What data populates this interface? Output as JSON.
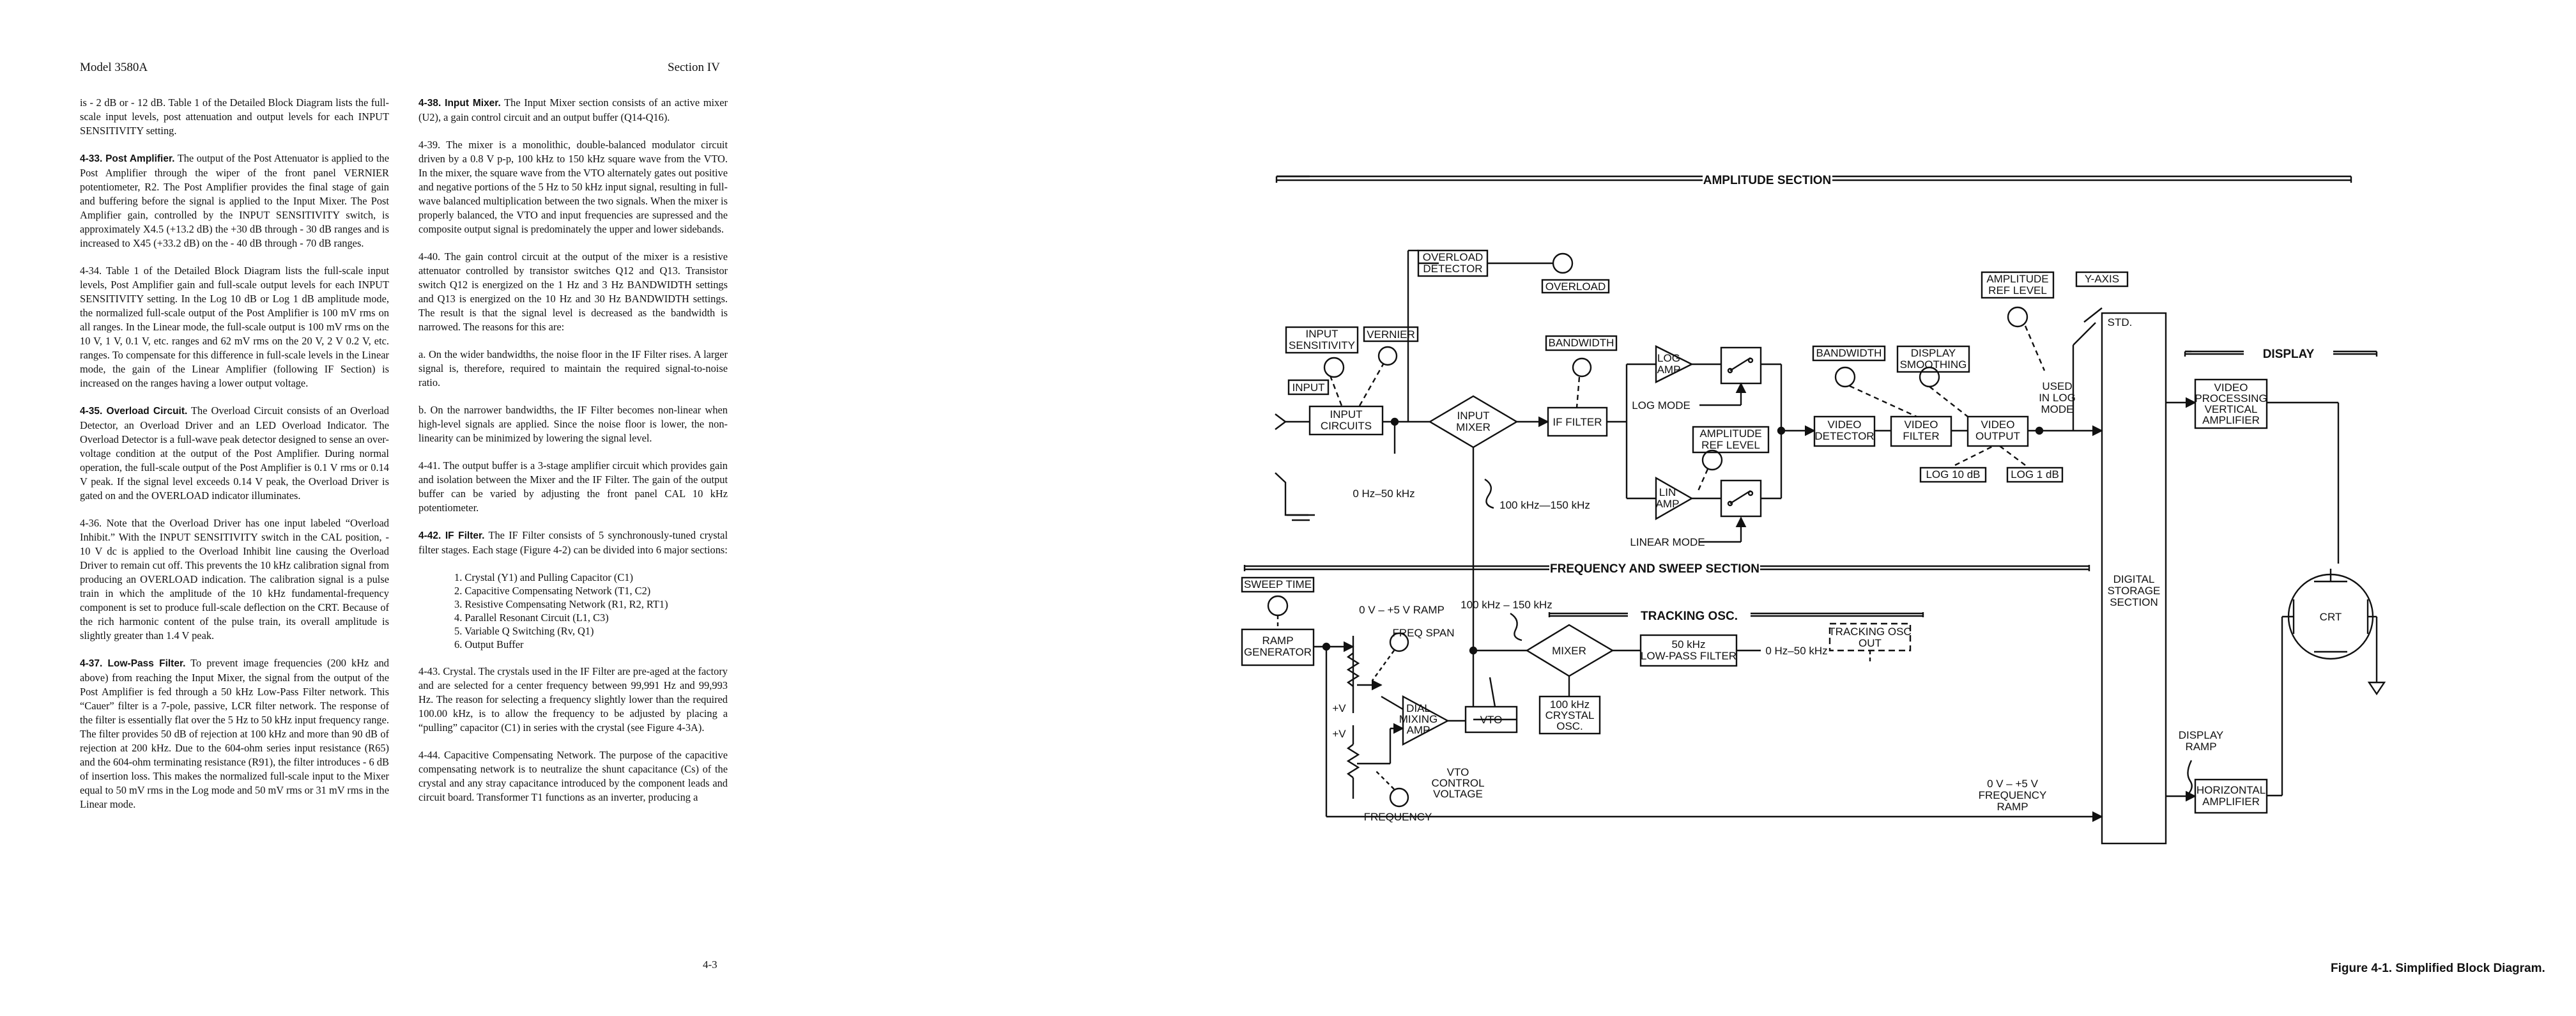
{
  "header": {
    "model": "Model 3580A",
    "section": "Section IV"
  },
  "col1": {
    "p0": "is - 2 dB or - 12 dB. Table 1 of the Detailed Block Diagram lists the full-scale input levels, post attenuation and output levels for each INPUT SENSITIVITY setting.",
    "p433_head": "4-33. Post Amplifier.",
    "p433_body": " The output of the Post Attenuator is applied to the Post Amplifier through the wiper of the front panel VERNIER potentiometer, R2. The Post Amplifier provides the final stage of gain and buffering before the signal is applied to the Input Mixer. The Post Amplifier gain, controlled by the INPUT SENSITIVITY switch, is approximately X4.5 (+13.2 dB) the +30 dB through - 30 dB ranges and is increased to X45 (+33.2 dB) on the - 40 dB through - 70 dB ranges.",
    "p434": "4-34. Table 1 of the Detailed Block Diagram lists the full-scale input levels, Post Amplifier gain and full-scale output levels for each INPUT SENSITIVITY setting. In the Log 10 dB or Log 1 dB amplitude mode, the normalized full-scale output of the Post Amplifier is 100 mV rms on all ranges. In the Linear mode, the full-scale output is 100 mV rms on the 10 V, 1 V, 0.1 V, etc. ranges and 62 mV rms on the 20 V, 2 V 0.2 V, etc. ranges. To compensate for this difference in full-scale levels in the Linear mode, the gain of the Linear Amplifier (following IF Section) is increased on the ranges having a lower output voltage.",
    "p435_head": "4-35. Overload Circuit.",
    "p435_body": " The Overload Circuit consists of an Overload Detector, an Overload Driver and an LED Overload Indicator. The Overload Detector is a full-wave peak detector designed to sense an over-voltage condition at the output of the Post Amplifier. During normal operation, the full-scale output of the Post Amplifier is 0.1 V rms or 0.14 V peak. If the signal level exceeds 0.14 V peak, the Overload Driver is gated on and the OVERLOAD indicator illuminates.",
    "p436": "4-36. Note that the Overload Driver has one input labeled “Overload Inhibit.” With the INPUT SENSITIVITY switch in the CAL position, - 10 V dc is applied to the Overload Inhibit line causing the Overload Driver to remain cut off. This prevents the 10 kHz calibration signal from producing an OVERLOAD indication. The calibration signal is a pulse train in which the amplitude of the 10 kHz fundamental-frequency component is set to produce full-scale deflection on the CRT. Because of the rich harmonic content of the pulse train, its overall amplitude is slightly greater than 1.4 V peak.",
    "p437_head": "4-37. Low-Pass Filter.",
    "p437_body": " To prevent image frequencies (200 kHz and above) from reaching the Input Mixer, the signal from the output of the Post Amplifier is fed through a 50 kHz Low-Pass Filter network. This “Cauer” filter is a 7-pole, passive, LCR filter network. The response of the filter is essentially flat over the 5 Hz to 50 kHz input frequency range. The filter provides 50 dB of rejection at 100 kHz and more than 90 dB of rejection at 200 kHz. Due to the 604-ohm series input resistance (R65) and the 604-ohm terminating resistance (R91), the filter introduces - 6 dB of insertion loss. This makes the normalized full-scale input to the Mixer equal to 50 mV rms in the Log mode and 50 mV rms or 31 mV rms in the Linear mode."
  },
  "col2": {
    "p438_head": "4-38. Input Mixer.",
    "p438_body": " The Input Mixer section consists of an active mixer (U2), a gain control circuit and an output buffer (Q14-Q16).",
    "p439": "4-39. The mixer is a monolithic, double-balanced modulator circuit driven by a 0.8 V p-p, 100 kHz to 150 kHz square wave from the VTO. In the mixer, the square wave from the VTO alternately gates out positive and negative portions of the 5 Hz to 50 kHz input signal, resulting in full-wave balanced multiplication between the two signals. When the mixer is properly balanced, the VTO and input frequencies are supressed and the composite output signal is predominately the upper and lower sidebands.",
    "p440": "4-40. The gain control circuit at the output of the mixer is a resistive attenuator controlled by transistor switches Q12 and Q13. Transistor switch Q12 is energized on the 1 Hz and 3 Hz BANDWIDTH settings and Q13 is energized on the 10 Hz and 30 Hz BANDWIDTH settings. The result is that the signal level is decreased as the bandwidth is narrowed. The reasons for this are:",
    "pa": "a. On the wider bandwidths, the noise floor in the IF Filter rises. A larger signal is, therefore, required to maintain the required signal-to-noise ratio.",
    "pb": "b. On the narrower bandwidths, the IF Filter becomes non-linear when high-level signals are applied. Since the noise floor is lower, the non-linearity can be minimized by lowering the signal level.",
    "p441": "4-41. The output buffer is a 3-stage amplifier circuit which provides gain and isolation between the Mixer and the IF Filter. The gain of the output buffer can be varied by adjusting the front panel CAL 10 kHz potentiometer.",
    "p442_head": "4-42. IF Filter.",
    "p442_body": " The IF Filter consists of 5 synchronously-tuned crystal filter stages. Each stage (Figure 4-2) can be divided into 6 major sections:",
    "list": [
      "1. Crystal (Y1) and Pulling Capacitor (C1)",
      "2. Capacitive Compensating Network (T1, C2)",
      "3. Resistive Compensating Network (R1, R2, RT1)",
      "4. Parallel Resonant Circuit (L1, C3)",
      "5. Variable Q Switching (Rv, Q1)",
      "6. Output Buffer"
    ],
    "p443": "4-43. Crystal. The crystals used in the IF Filter are pre-aged at the factory and are selected for a center frequency between 99,991 Hz and 99,993 Hz. The reason for selecting a frequency slightly lower than the required 100.00 kHz, is to allow the frequency to be adjusted by placing a “pulling” capacitor (C1) in series with the crystal (see Figure 4-3A).",
    "p444": "4-44. Capacitive Compensating Network. The purpose of the capacitive compensating network is to neutralize the shunt capacitance (Cs) of the crystal and any stray capacitance introduced by the component leads and circuit board. Transformer T1 functions as an inverter, producing a"
  },
  "page_number": "4-3",
  "figure": {
    "caption": "Figure 4-1. Simplified Block Diagram.",
    "sec_amplitude": "AMPLITUDE SECTION",
    "sec_freq": "FREQUENCY AND SWEEP SECTION",
    "sec_tracking": "TRACKING OSC.",
    "sec_display": "DISPLAY",
    "overload_detector": [
      "OVERLOAD",
      "DETECTOR"
    ],
    "overload": "OVERLOAD",
    "input_sensitivity": [
      "INPUT",
      "SENSITIVITY"
    ],
    "vernier": "VERNIER",
    "input": "INPUT",
    "input_circuits": [
      "INPUT",
      "CIRCUITS"
    ],
    "input_mixer": [
      "INPUT",
      "MIXER"
    ],
    "bandwidth": "BANDWIDTH",
    "if_filter": "IF FILTER",
    "log_amp": [
      "LOG",
      "AMP"
    ],
    "log_mode": "LOG MODE",
    "amp_ref_level": [
      "AMPLITUDE",
      "REF LEVEL"
    ],
    "lin_amp": [
      "LIN",
      "AMP"
    ],
    "linear_mode": "LINEAR MODE",
    "hz_range_a": "0 Hz–50 kHz",
    "khz_range": "100 kHz—150 kHz",
    "video_detector": [
      "VIDEO",
      "DETECTOR"
    ],
    "display_smoothing": [
      "DISPLAY",
      "SMOOTHING"
    ],
    "video_filter": [
      "VIDEO",
      "FILTER"
    ],
    "video_output": [
      "VIDEO",
      "OUTPUT"
    ],
    "used_in_log_mode": [
      "USED",
      "IN LOG",
      "MODE"
    ],
    "log_10db": "LOG 10 dB",
    "log_1db": "LOG 1 dB",
    "y_axis": "Y-AXIS",
    "std": "STD.",
    "video_proc": [
      "VIDEO",
      "PROCESSING",
      "VERTICAL",
      "AMPLIFIER"
    ],
    "digital_storage": [
      "DIGITAL",
      "STORAGE",
      "SECTION"
    ],
    "crt": "CRT",
    "display_ramp": [
      "DISPLAY",
      "RAMP"
    ],
    "horizontal_amp": [
      "HORIZONTAL",
      "AMPLIFIER"
    ],
    "sweep_time": "SWEEP TIME",
    "ramp_generator": [
      "RAMP",
      "GENERATOR"
    ],
    "ramp_label": "0 V – +5 V RAMP",
    "freq_span": "FREQ SPAN",
    "plus_v": "+V",
    "dial_mixing_amp": [
      "DIAL",
      "MIXING",
      "AMP"
    ],
    "vto": "VTO",
    "vto_control": [
      "VTO",
      "CONTROL",
      "VOLTAGE"
    ],
    "frequency": "FREQUENCY",
    "khz_range_b": "100 kHz – 150 kHz",
    "mixer": "MIXER",
    "lpf": [
      "50 kHz",
      "LOW-PASS FILTER"
    ],
    "hz_range_b": "0 Hz–50 kHz",
    "tracking_osc_out": [
      "TRACKING OSC",
      "OUT"
    ],
    "crystal_osc": [
      "100 kHz",
      "CRYSTAL",
      "OSC."
    ],
    "freq_ramp": [
      "0 V – +5 V",
      "FREQUENCY",
      "RAMP"
    ]
  }
}
